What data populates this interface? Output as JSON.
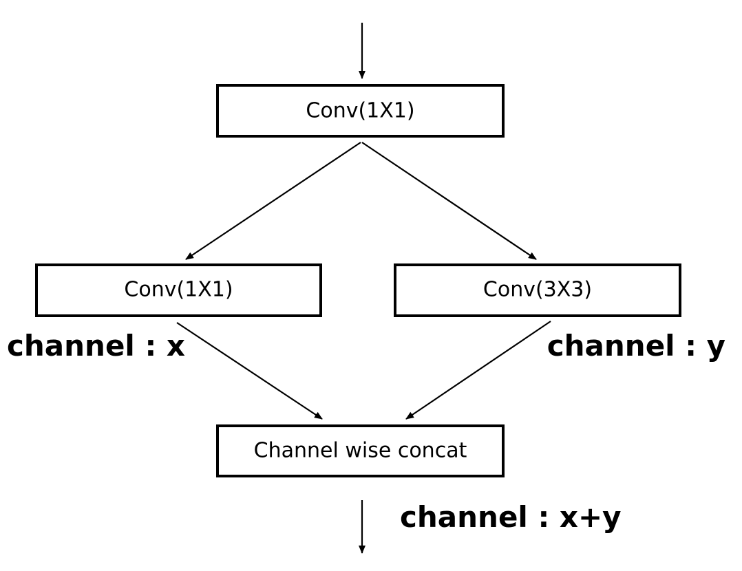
{
  "diagram": {
    "nodes": {
      "top_conv": {
        "label": "Conv(1X1)"
      },
      "left_conv": {
        "label": "Conv(1X1)"
      },
      "right_conv": {
        "label": "Conv(3X3)"
      },
      "concat": {
        "label": "Channel wise concat"
      }
    },
    "annotations": {
      "left_channel": "channel : x",
      "right_channel": "channel : y",
      "output_channel": "channel : x+y"
    },
    "colors": {
      "stroke": "#000000",
      "background": "#ffffff"
    }
  }
}
